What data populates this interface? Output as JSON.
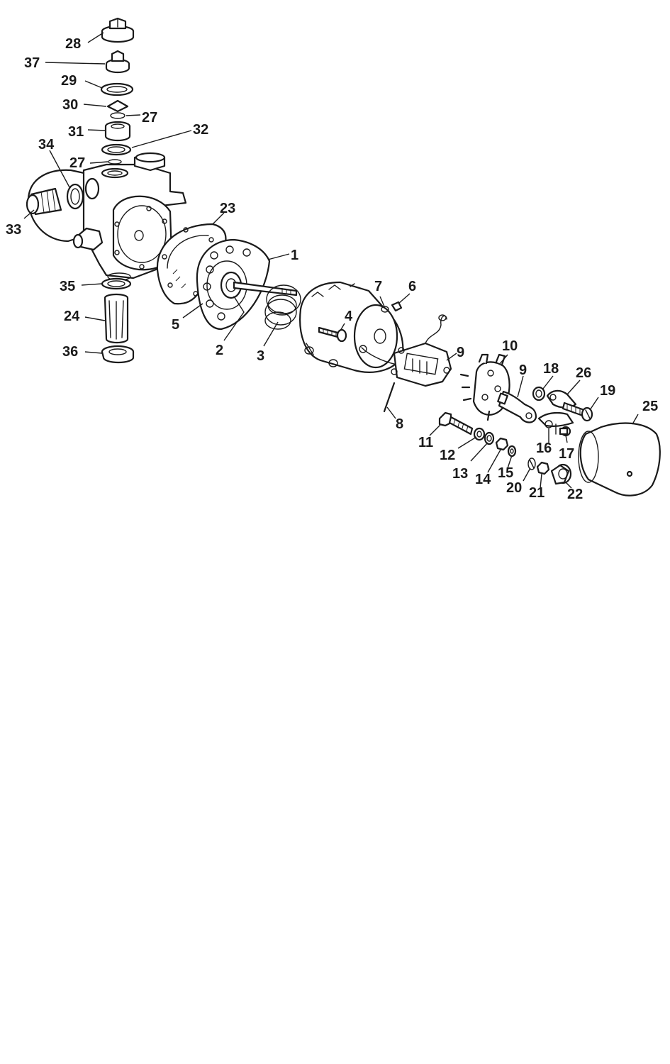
{
  "diagram": {
    "type": "exploded-parts-view",
    "subject": "pump",
    "callouts": [
      {
        "id": "c28",
        "label": "28",
        "part": "cap-nut"
      },
      {
        "id": "c37",
        "label": "37",
        "part": "nut"
      },
      {
        "id": "c29",
        "label": "29",
        "part": "washer"
      },
      {
        "id": "c30",
        "label": "30",
        "part": "spring-clip"
      },
      {
        "id": "c27a",
        "label": "27",
        "part": "o-ring"
      },
      {
        "id": "c31",
        "label": "31",
        "part": "valve-seat"
      },
      {
        "id": "c32",
        "label": "32",
        "part": "sealing-ring"
      },
      {
        "id": "c34",
        "label": "34",
        "part": "gasket-ring"
      },
      {
        "id": "c27b",
        "label": "27",
        "part": "o-ring"
      },
      {
        "id": "c33",
        "label": "33",
        "part": "inlet-fitting"
      },
      {
        "id": "c23",
        "label": "23",
        "part": "gasket"
      },
      {
        "id": "c1",
        "label": "1",
        "part": "cover-plate"
      },
      {
        "id": "c35",
        "label": "35",
        "part": "seal-ring"
      },
      {
        "id": "c24",
        "label": "24",
        "part": "filter-screen"
      },
      {
        "id": "c5",
        "label": "5",
        "part": "rotor"
      },
      {
        "id": "c2",
        "label": "2",
        "part": "shaft"
      },
      {
        "id": "c3",
        "label": "3",
        "part": "spring"
      },
      {
        "id": "c36",
        "label": "36",
        "part": "drain-plug"
      },
      {
        "id": "c4",
        "label": "4",
        "part": "screw"
      },
      {
        "id": "c7",
        "label": "7",
        "part": "washer"
      },
      {
        "id": "c6",
        "label": "6",
        "part": "screw"
      },
      {
        "id": "c9a",
        "label": "9",
        "part": "brush-holder"
      },
      {
        "id": "c8",
        "label": "8",
        "part": "pin"
      },
      {
        "id": "c10",
        "label": "10",
        "part": "end-plate"
      },
      {
        "id": "c9b",
        "label": "9",
        "part": "brush-holder"
      },
      {
        "id": "c18",
        "label": "18",
        "part": "bushing"
      },
      {
        "id": "c26",
        "label": "26",
        "part": "adjusting-screw"
      },
      {
        "id": "c19",
        "label": "19",
        "part": "screw"
      },
      {
        "id": "c25",
        "label": "25",
        "part": "end-cap"
      },
      {
        "id": "c11",
        "label": "11",
        "part": "bolt"
      },
      {
        "id": "c12",
        "label": "12",
        "part": "washer"
      },
      {
        "id": "c13",
        "label": "13",
        "part": "washer"
      },
      {
        "id": "c14",
        "label": "14",
        "part": "nut"
      },
      {
        "id": "c15",
        "label": "15",
        "part": "washer"
      },
      {
        "id": "c16",
        "label": "16",
        "part": "washer"
      },
      {
        "id": "c17",
        "label": "17",
        "part": "screw"
      },
      {
        "id": "c20",
        "label": "20",
        "part": "lock-washer"
      },
      {
        "id": "c21",
        "label": "21",
        "part": "nut"
      },
      {
        "id": "c22",
        "label": "22",
        "part": "knob"
      }
    ]
  }
}
